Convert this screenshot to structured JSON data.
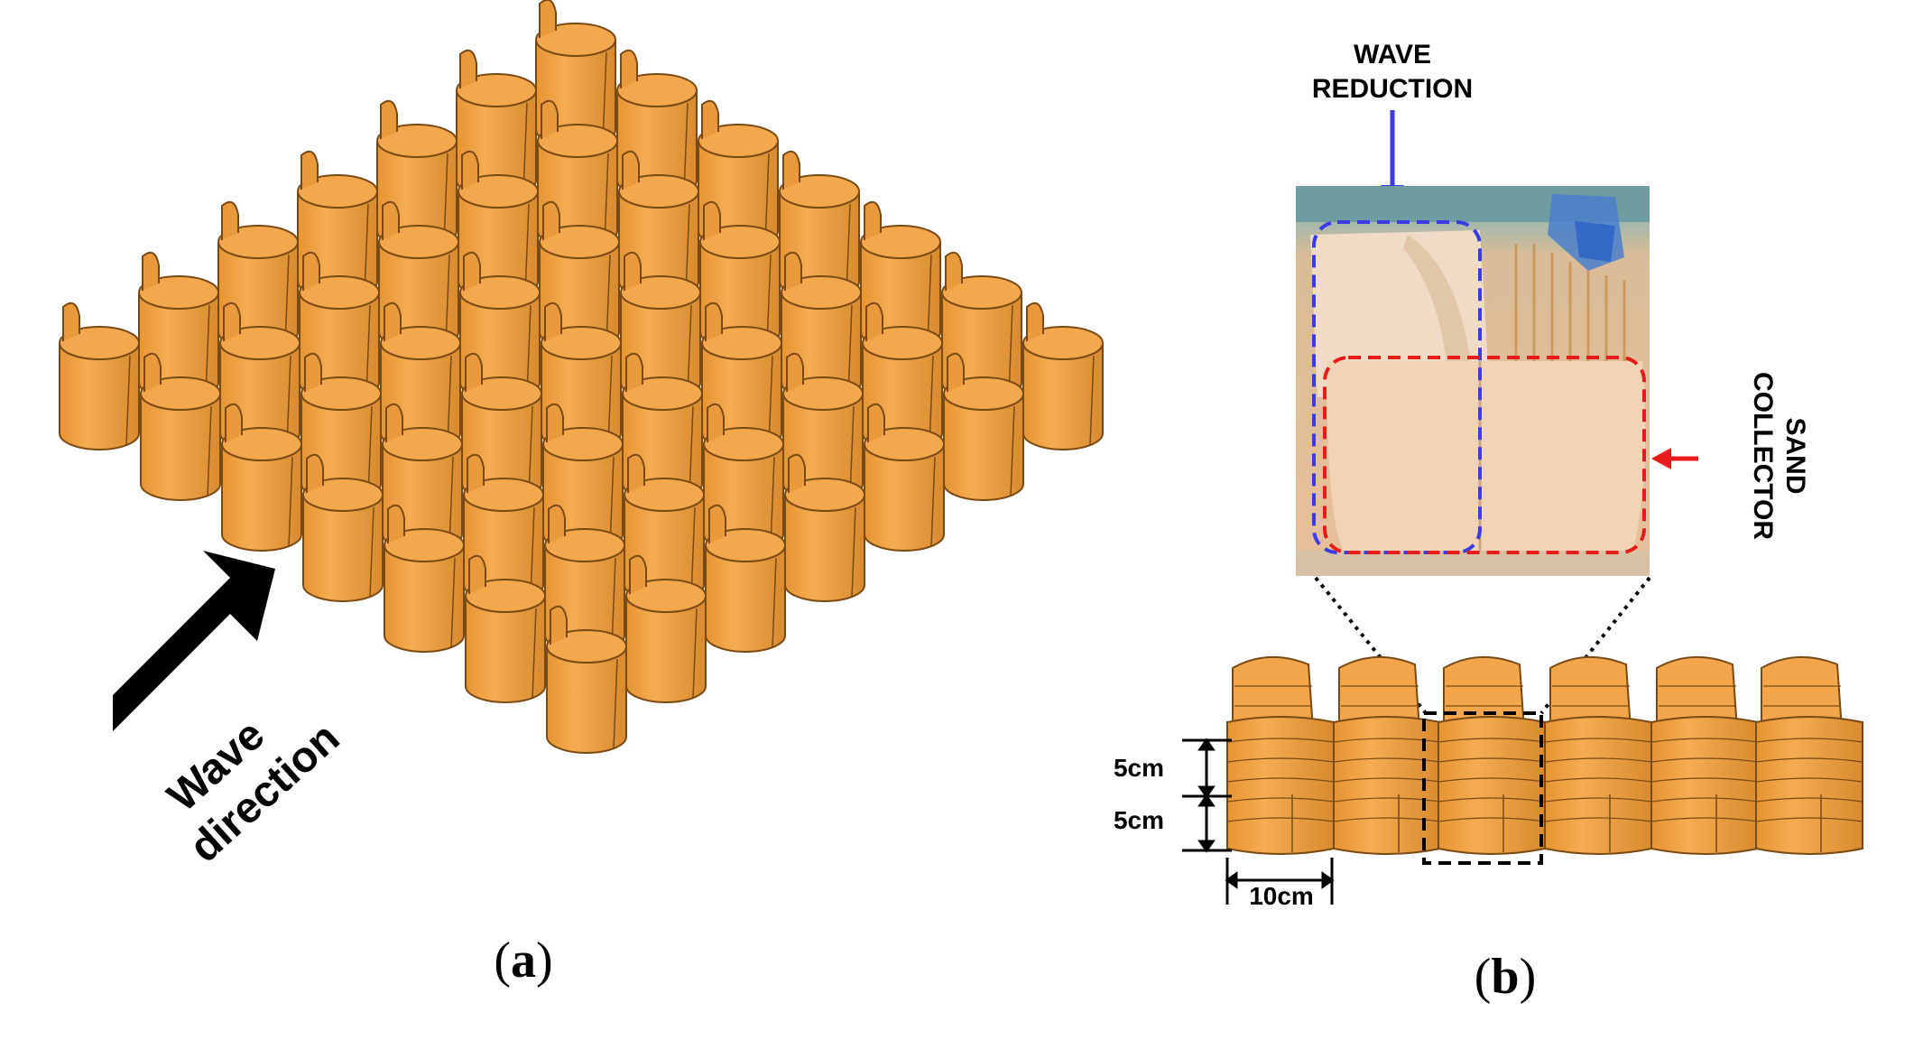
{
  "panel_a": {
    "caption_open": "(",
    "caption_letter": "a",
    "caption_close": ")",
    "arrow_label_line1": "Wave",
    "arrow_label_line2": "direction"
  },
  "panel_b": {
    "caption_open": "(",
    "caption_letter": "b",
    "caption_close": ")",
    "wave_reduction_line1": "WAVE",
    "wave_reduction_line2": "REDUCTION",
    "sand_collector_line1": "SAND",
    "sand_collector_line2": "COLLECTOR",
    "dim_height_top": "5cm",
    "dim_height_bottom": "5cm",
    "dim_width": "10cm"
  },
  "colors": {
    "cylinder_fill": "#F2A54A",
    "cylinder_edge": "#7A4A14",
    "wave_reduction_arrow": "#3A3AE6",
    "sand_collector_arrow": "#E81B1B",
    "photo_water": "#7BA8A8",
    "photo_sand": "#E9C8A6"
  },
  "icons": {
    "wave_direction_arrow": "thick-arrow-icon",
    "wave_reduction_arrow": "down-arrow-icon",
    "sand_collector_arrow": "left-arrow-icon"
  }
}
